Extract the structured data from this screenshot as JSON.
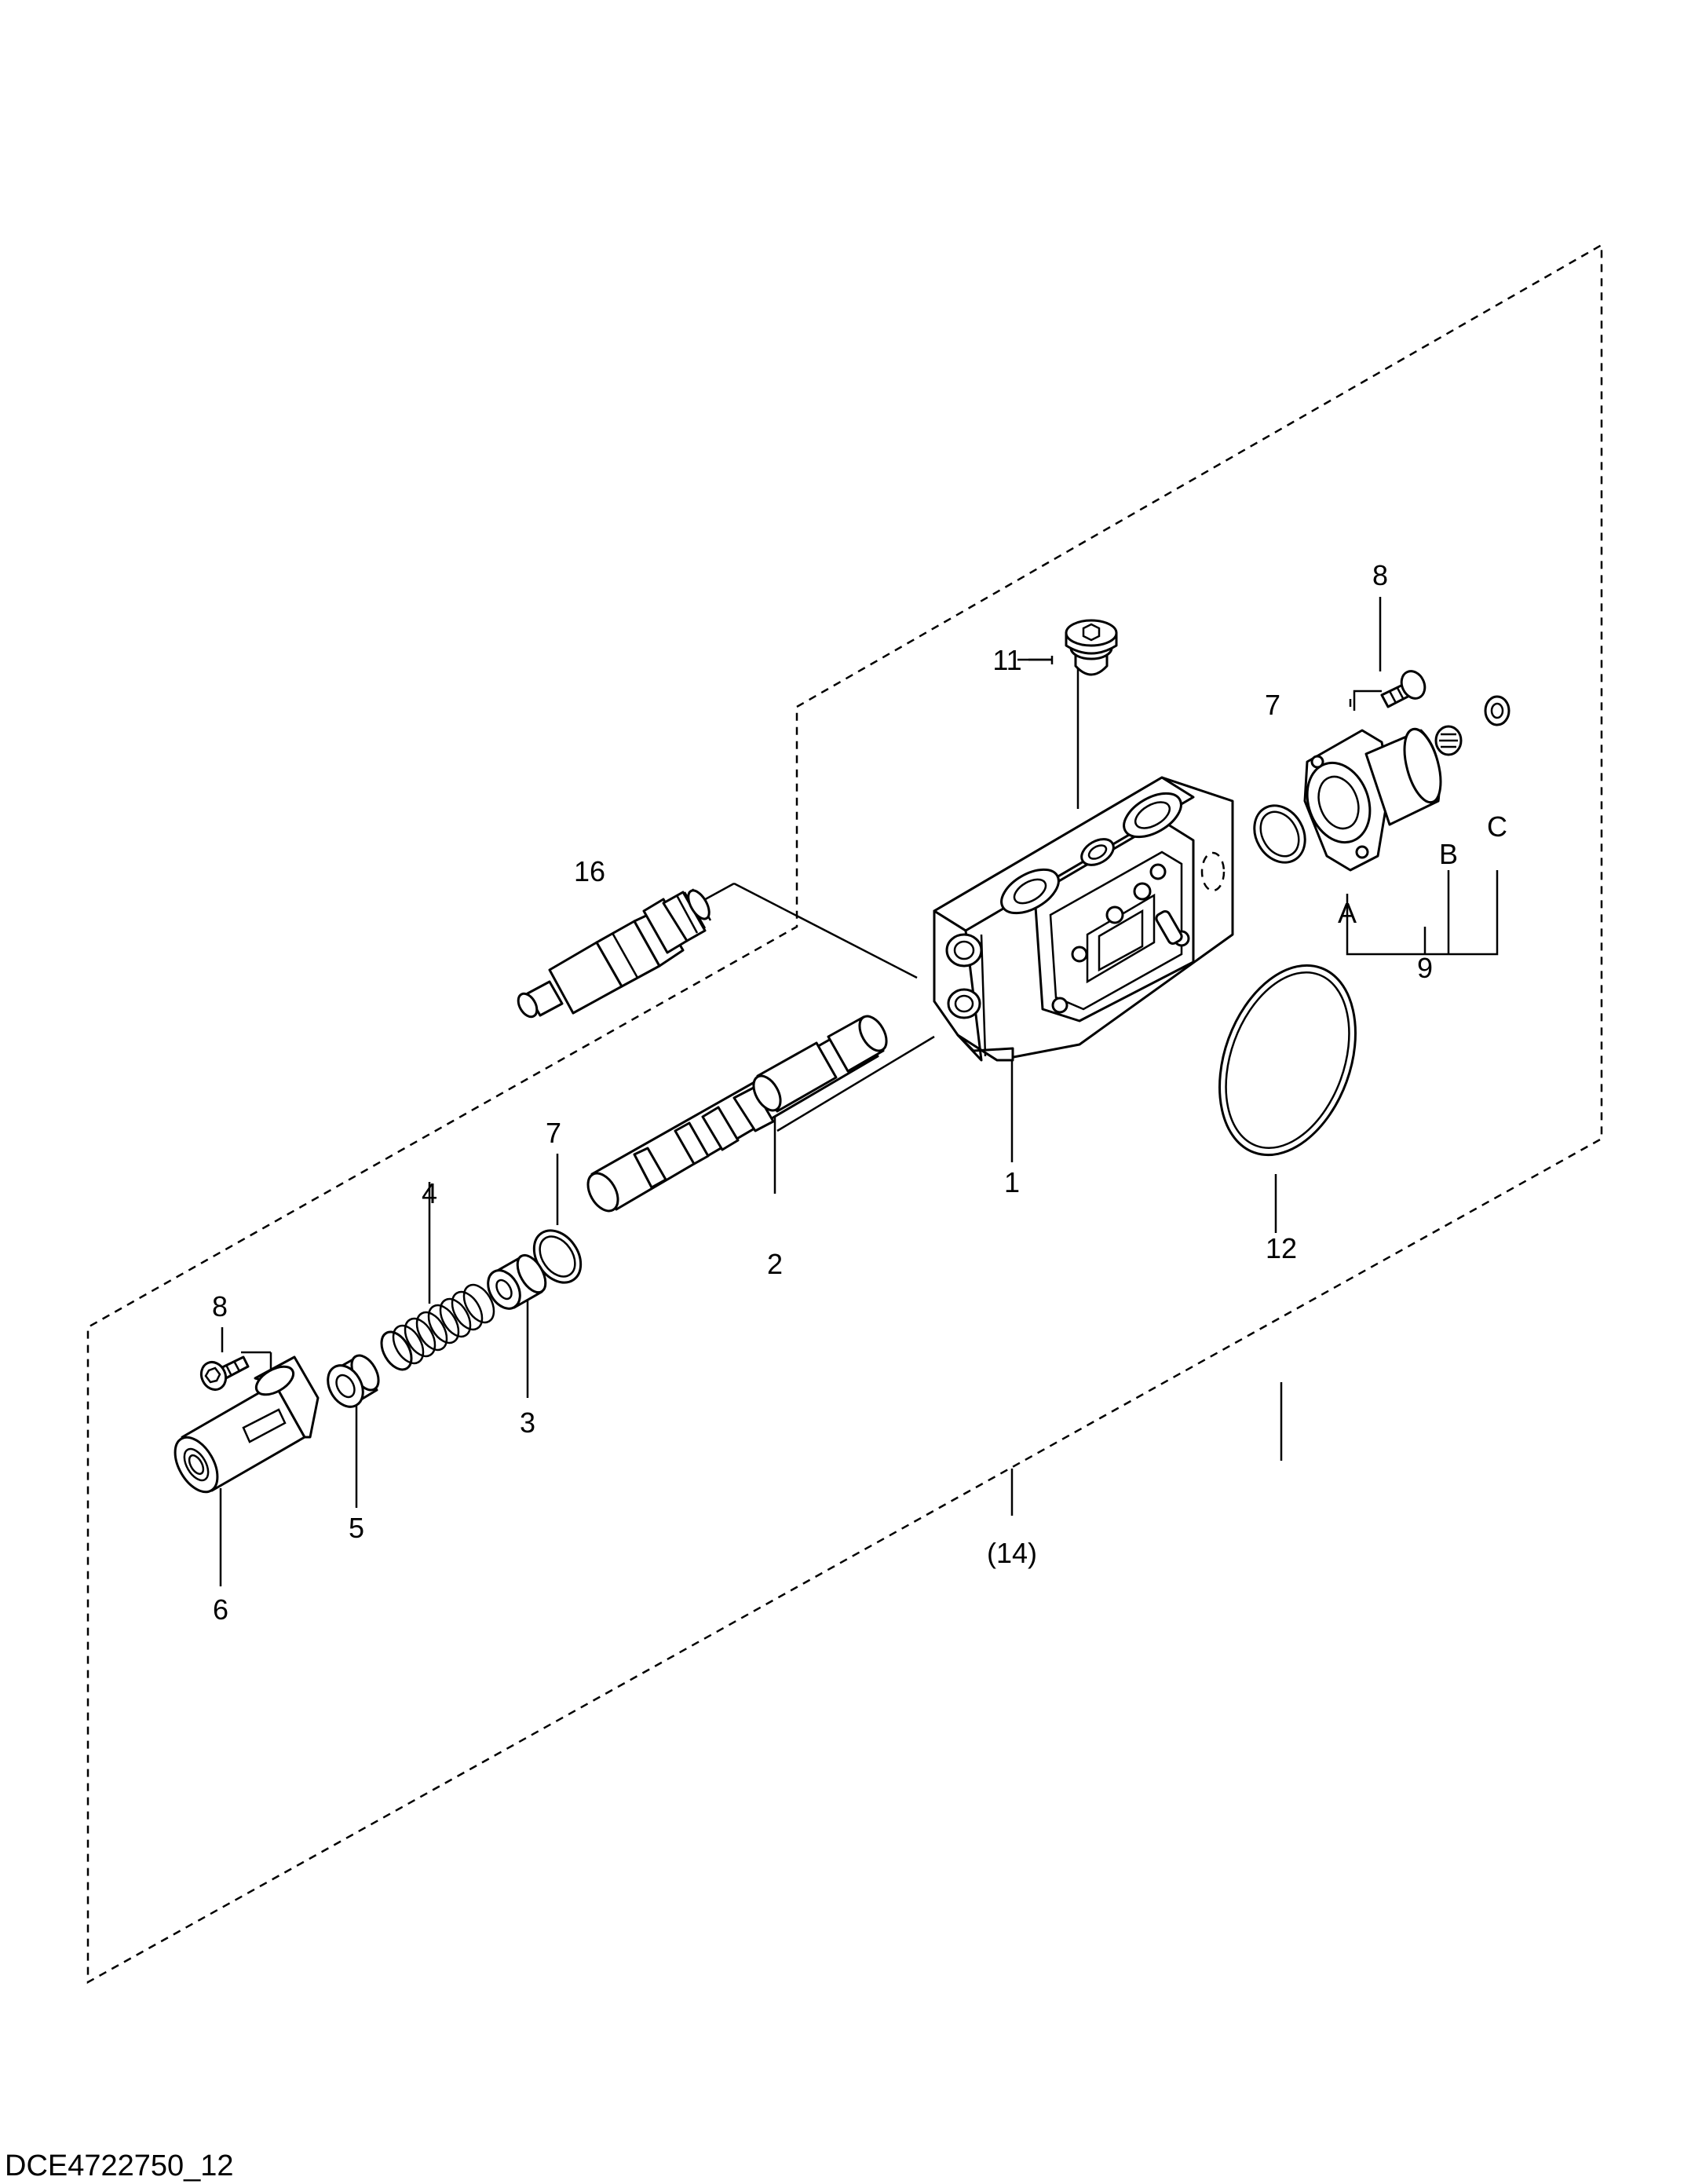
{
  "drawing_code": "DCE4722750_12",
  "callouts": {
    "c1": "1",
    "c2": "2",
    "c3": "3",
    "c4": "4",
    "c5": "5",
    "c6": "6",
    "c7a": "7",
    "c7b": "7",
    "c8a": "8",
    "c8b": "8",
    "c9": "9",
    "c11": "11",
    "c12": "12",
    "c14": "(14)",
    "c16": "16",
    "cA": "A",
    "cB": "B",
    "cC": "C"
  }
}
